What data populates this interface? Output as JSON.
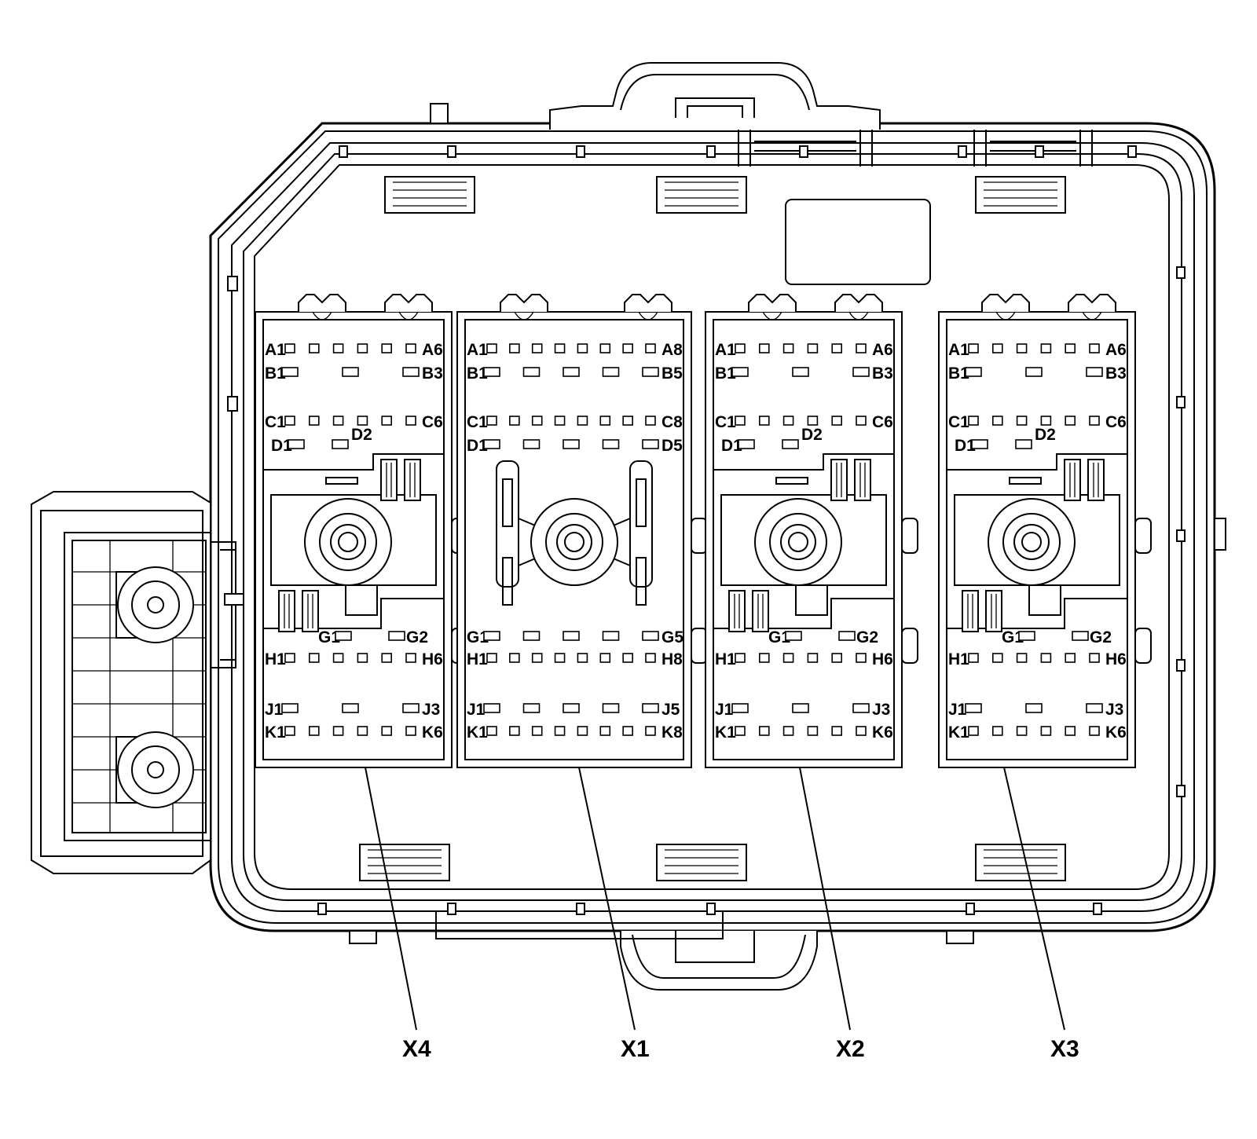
{
  "connectors": [
    {
      "id": "X4",
      "rows": [
        {
          "left": "A1",
          "right": "A6"
        },
        {
          "left": "B1",
          "right": "B3"
        },
        {
          "left": "C1",
          "right": "C6"
        },
        {
          "left": "D1",
          "right": "D2"
        },
        {
          "left": "G1",
          "right": "G2"
        },
        {
          "left": "H1",
          "right": "H6"
        },
        {
          "left": "J1",
          "right": "J3"
        },
        {
          "left": "K1",
          "right": "K6"
        }
      ]
    },
    {
      "id": "X1",
      "rows": [
        {
          "left": "A1",
          "right": "A8"
        },
        {
          "left": "B1",
          "right": "B5"
        },
        {
          "left": "C1",
          "right": "C8"
        },
        {
          "left": "D1",
          "right": "D5"
        },
        {
          "left": "G1",
          "right": "G5"
        },
        {
          "left": "H1",
          "right": "H8"
        },
        {
          "left": "J1",
          "right": "J5"
        },
        {
          "left": "K1",
          "right": "K8"
        }
      ]
    },
    {
      "id": "X2",
      "rows": [
        {
          "left": "A1",
          "right": "A6"
        },
        {
          "left": "B1",
          "right": "B3"
        },
        {
          "left": "C1",
          "right": "C6"
        },
        {
          "left": "D1",
          "right": "D2"
        },
        {
          "left": "G1",
          "right": "G2"
        },
        {
          "left": "H1",
          "right": "H6"
        },
        {
          "left": "J1",
          "right": "J3"
        },
        {
          "left": "K1",
          "right": "K6"
        }
      ]
    },
    {
      "id": "X3",
      "rows": [
        {
          "left": "A1",
          "right": "A6"
        },
        {
          "left": "B1",
          "right": "B3"
        },
        {
          "left": "C1",
          "right": "C6"
        },
        {
          "left": "D1",
          "right": "D2"
        },
        {
          "left": "G1",
          "right": "G2"
        },
        {
          "left": "H1",
          "right": "H6"
        },
        {
          "left": "J1",
          "right": "J3"
        },
        {
          "left": "K1",
          "right": "K6"
        }
      ]
    }
  ]
}
